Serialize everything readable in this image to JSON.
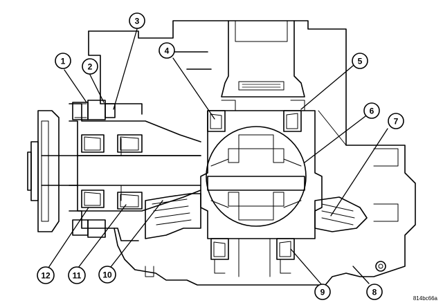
{
  "figure_id": "814bc66a",
  "callouts": [
    {
      "id": "1",
      "label": "1"
    },
    {
      "id": "2",
      "label": "2"
    },
    {
      "id": "3",
      "label": "3"
    },
    {
      "id": "4",
      "label": "4"
    },
    {
      "id": "5",
      "label": "5"
    },
    {
      "id": "6",
      "label": "6"
    },
    {
      "id": "7",
      "label": "7"
    },
    {
      "id": "8",
      "label": "8"
    },
    {
      "id": "9",
      "label": "9"
    },
    {
      "id": "10",
      "label": "10"
    },
    {
      "id": "11",
      "label": "11"
    },
    {
      "id": "12",
      "label": "12"
    }
  ],
  "colors": {
    "line": "#000000",
    "background": "#ffffff"
  }
}
